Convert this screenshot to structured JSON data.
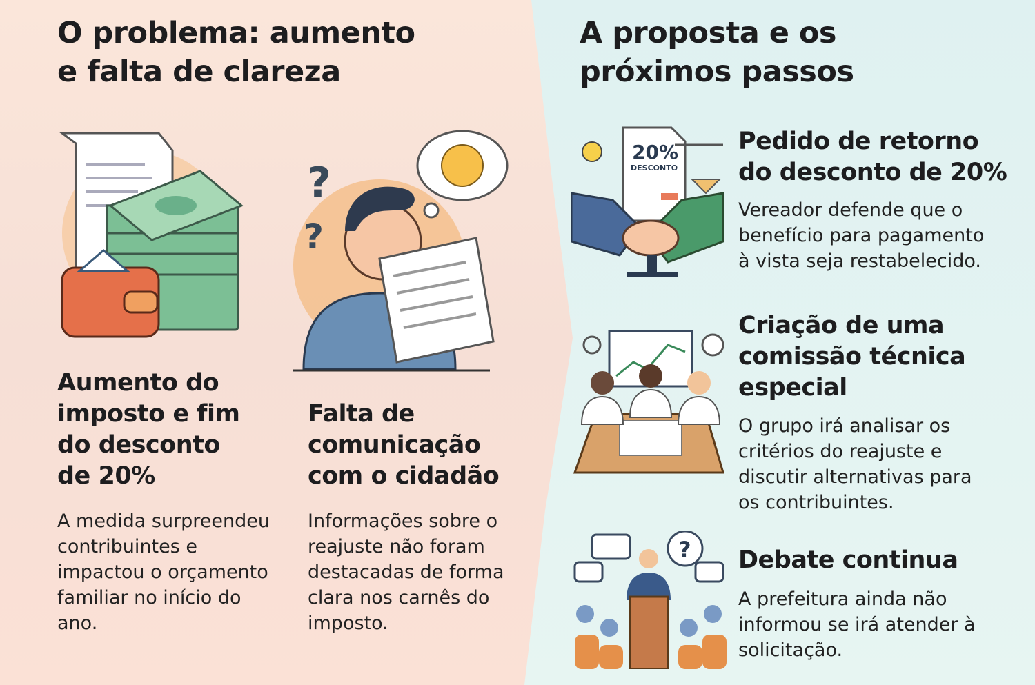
{
  "left": {
    "title_line1": "O problema: aumento",
    "title_line2": "e falta de clareza",
    "card1": {
      "heading": [
        "Aumento do",
        "imposto e fim",
        "do desconto",
        "de 20%"
      ],
      "body": [
        "A medida surpreendeu",
        "contribuintes e",
        "impactou o orçamento",
        "familiar no início do",
        "ano."
      ]
    },
    "card2": {
      "heading": [
        "Falta de",
        "comunicação",
        "com o cidadão"
      ],
      "body": [
        "Informações sobre o",
        "reajuste não foram",
        "destacadas de forma",
        "clara nos carnês do",
        "imposto."
      ]
    }
  },
  "right": {
    "title_line1": "A proposta e os",
    "title_line2": "próximos passos",
    "items": [
      {
        "heading": [
          "Pedido de retorno",
          "do desconto de 20%"
        ],
        "body": [
          "Vereador defende que o",
          "benefício para pagamento",
          "à vista seja restabelecido."
        ],
        "doc_percent": "20%",
        "doc_label": "DESCONTO"
      },
      {
        "heading": [
          "Criação de uma",
          "comissão técnica",
          "especial"
        ],
        "body": [
          "O grupo irá analisar os",
          "critérios do reajuste e",
          "discutir alternativas para",
          "os contribuintes."
        ]
      },
      {
        "heading": [
          "Debate continua"
        ],
        "body": [
          "A prefeitura ainda não",
          "informou se irá atender à",
          "solicitação."
        ]
      }
    ]
  }
}
